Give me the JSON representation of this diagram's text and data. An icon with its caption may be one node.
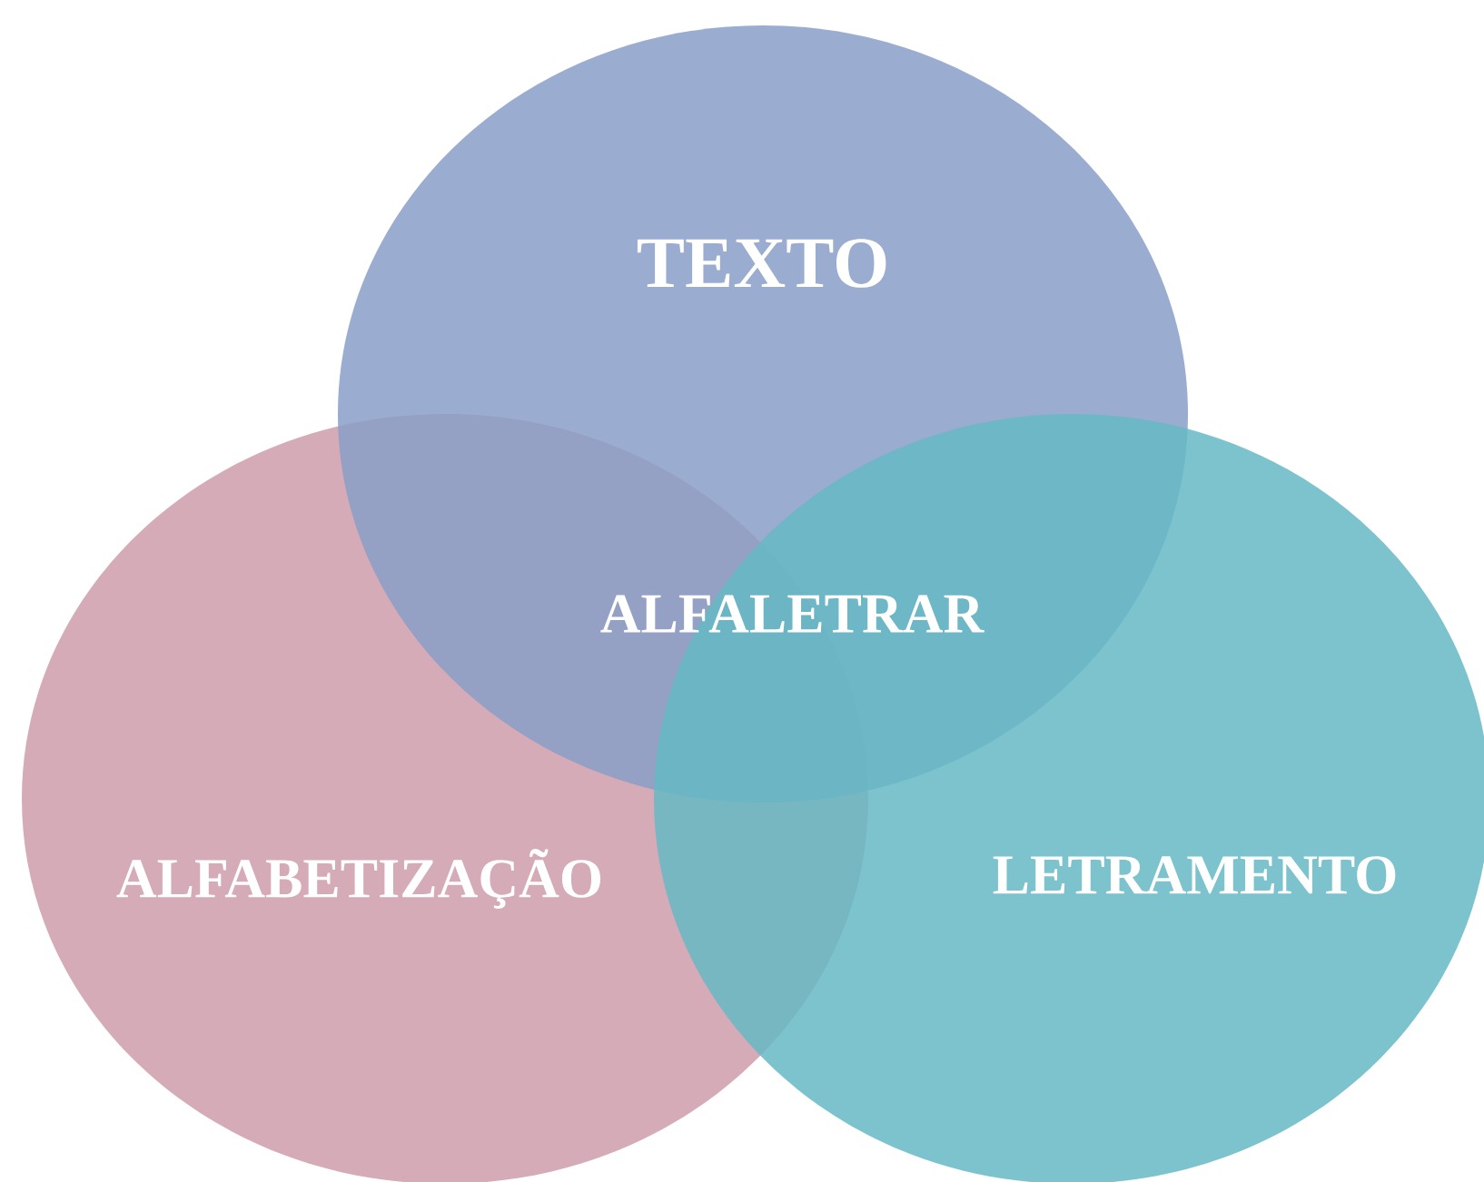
{
  "diagram": {
    "nodes": [
      {
        "text": [
          "TEXTO"
        ]
      },
      {
        "text": [
          "ALFABETIZAÇÃO"
        ]
      },
      {
        "text": [
          "LETRAMENTO"
        ]
      }
    ],
    "labels": [
      "ALFALETRAR"
    ]
  }
}
